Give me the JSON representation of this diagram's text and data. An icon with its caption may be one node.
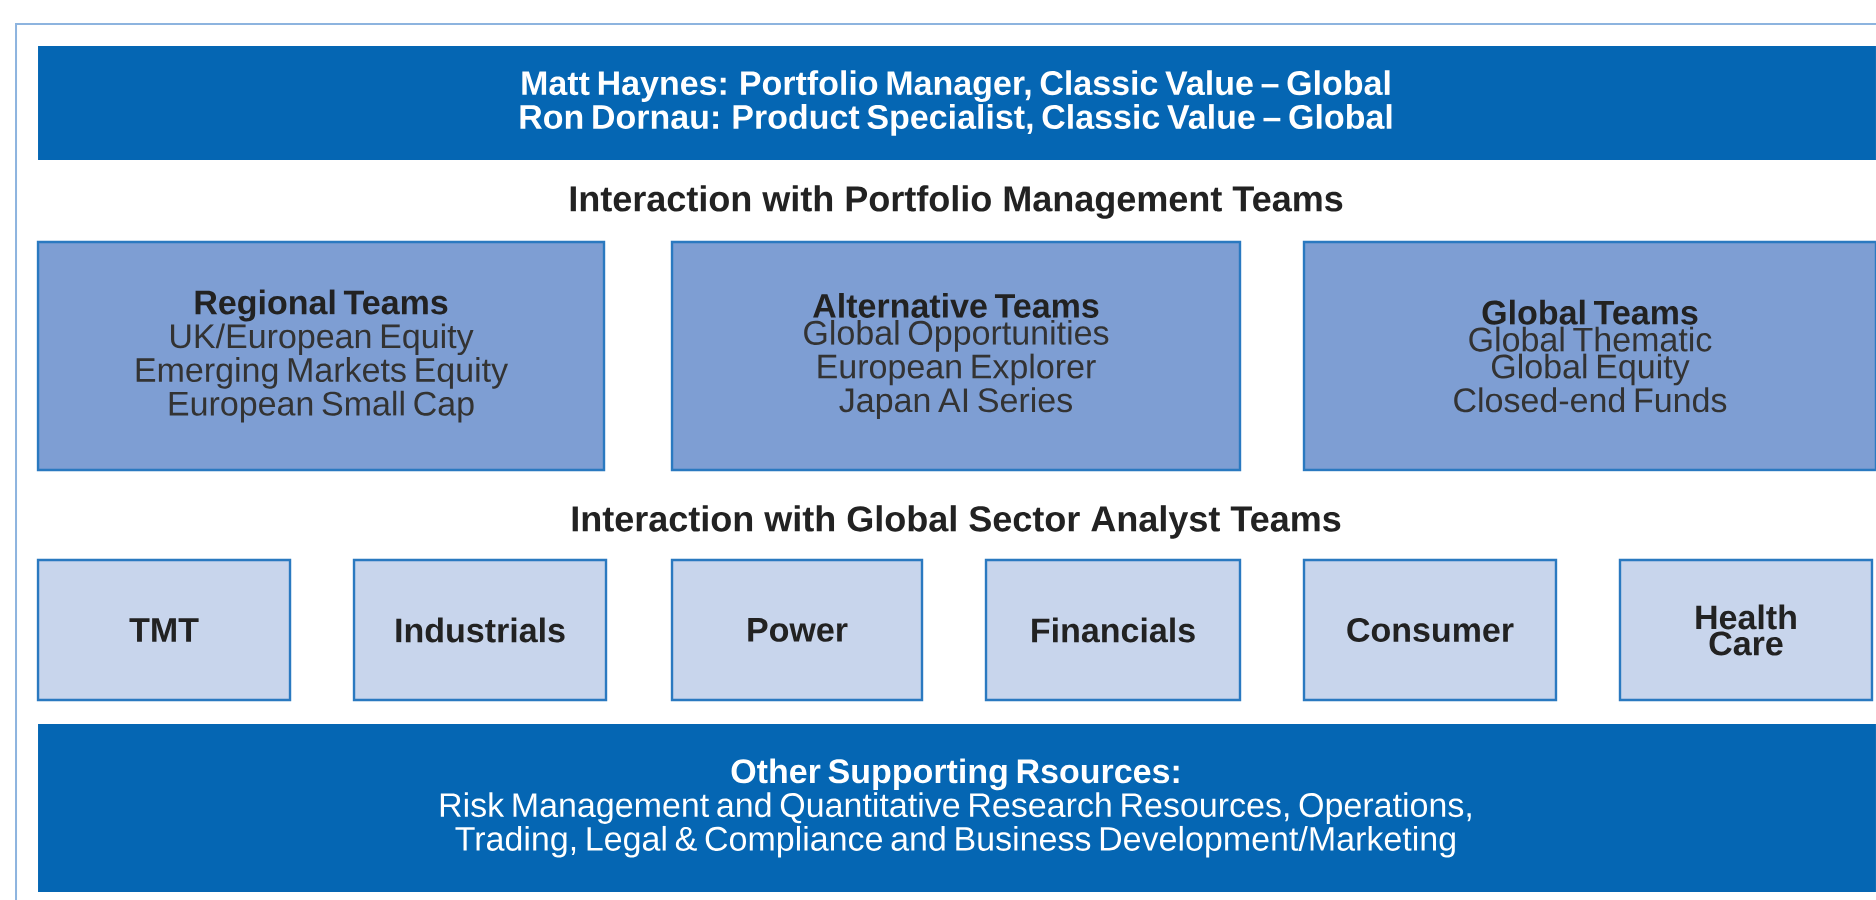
{
  "diagram": {
    "nodes": [
      {
        "text": [
          "Matt Haynes: Portfolio Manager, Classic Value – Global",
          "Ron Dornau: Product Specialist, Classic Value – Global"
        ]
      },
      {
        "text": [
          "Regional Teams",
          "UK/European Equity",
          "Emerging Markets Equity",
          "European Small Cap"
        ]
      },
      {
        "text": [
          "Alternative Teams",
          "Global Opportunities",
          "European Explorer",
          "Japan AI Series"
        ]
      },
      {
        "text": [
          "Global Teams",
          "Global Thematic",
          "Global Equity",
          "Closed-end Funds"
        ]
      },
      {
        "text": [
          "TMT"
        ]
      },
      {
        "text": [
          "Industrials"
        ]
      },
      {
        "text": [
          "Power"
        ]
      },
      {
        "text": [
          "Financials"
        ]
      },
      {
        "text": [
          "Consumer"
        ]
      },
      {
        "text": [
          "Health Care"
        ]
      },
      {
        "text": [
          "Other Supporting Rsources:",
          "Risk Management and Quantitative Research Resources, Operations, Trading, Legal & Compliance and Business Development/Marketing"
        ]
      }
    ],
    "labels": [
      "Interaction with Portfolio Management Teams",
      "Interaction with Global Sector Analyst Teams"
    ]
  }
}
